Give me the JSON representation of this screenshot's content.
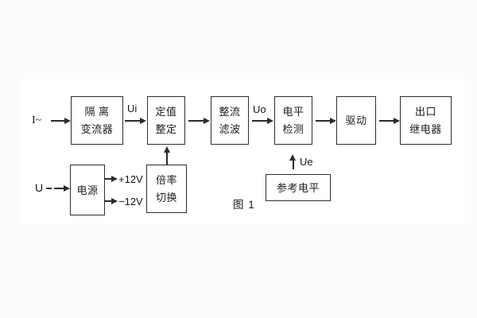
{
  "figure": {
    "caption": "图 1",
    "colors": {
      "line": "#2b2b2b",
      "panel_background": "#ffffff",
      "page_background": "#fcfcfc",
      "text": "#1c1c1c"
    },
    "inputs": {
      "current": "I~",
      "voltage": "U"
    },
    "signal_labels": {
      "ui": "Ui",
      "uo": "Uo",
      "ue": "Ue"
    },
    "power_labels": {
      "positive": "+12V",
      "negative": "−12V"
    },
    "blocks": {
      "isolation_transformer": {
        "line1": "隔 离",
        "line2": "变流器"
      },
      "setting_adjustment": {
        "line1": "定值",
        "line2": "整定"
      },
      "rectifier_filter": {
        "line1": "整流",
        "line2": "滤波"
      },
      "level_detection": {
        "line1": "电平",
        "line2": "检测"
      },
      "driver": {
        "line1": "驱动"
      },
      "output_relay": {
        "line1": "出口",
        "line2": "继电器"
      },
      "power_supply": {
        "line1": "电源"
      },
      "ratio_switch": {
        "line1": "倍率",
        "line2": "切换"
      },
      "reference_level": {
        "line1": "参考电平"
      }
    }
  }
}
